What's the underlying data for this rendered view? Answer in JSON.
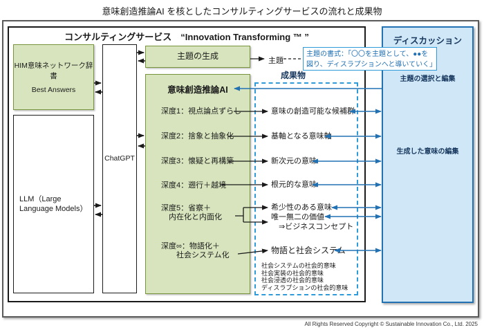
{
  "page": {
    "title": "意味創造推論AI を核としたコンサルティングサービスの流れと成果物",
    "copyright": "All Rights Reserved Copyright © Sustainable Innovation Co., Ltd. 2025"
  },
  "service_box": {
    "title": "コンサルティングサービス　“Innovation Transforming ™ ”"
  },
  "him_box": {
    "line1": "HIM意味ネットワーク辞書",
    "line2": "Best Answers"
  },
  "llm_box": {
    "label": "LLM（Large Language Models）"
  },
  "chatgpt_box": {
    "label": "ChatGPT"
  },
  "gen_box": {
    "label": "主題の生成"
  },
  "shudai": {
    "label": "主題"
  },
  "note": {
    "text": "主題の書式：「〇〇を主題として、●●を\n図り、ディスラプションへと導いていく」"
  },
  "ai_box": {
    "title": "意味創造推論AI",
    "depths": [
      {
        "label": "深度1：視点論点ずらし"
      },
      {
        "label": "深度2：捨象と抽象化"
      },
      {
        "label": "深度3：懐疑と再構築"
      },
      {
        "label": "深度4：遡行＋越境"
      },
      {
        "label": "深度5：省察＋\n　内在化と内面化"
      },
      {
        "label": "深度∞：物語化＋\n　　社会システム化"
      }
    ]
  },
  "outputs": {
    "title": "成果物",
    "items": [
      "意味の創造可能な候補群",
      "基軸となる意味軸",
      "新次元の意味",
      "根元的な意味",
      "希少性のある意味",
      "唯一無二の価値",
      "　⇒ビジネスコンセプト",
      "物語と社会システム"
    ],
    "sub_items": [
      "社会システムの社会的意味",
      "社会実装の社会的意味",
      "社会浸透の社会的意味",
      "ディスラプションの社会的意味"
    ]
  },
  "discussion": {
    "title": "ディスカッション",
    "item1": "主題の選択と編集",
    "item2": "生成した意味の編集"
  },
  "colors": {
    "green_fill": "#d7e4bd",
    "green_border": "#77933c",
    "blue_fill": "#cfe7f6",
    "blue_border": "#2271b3",
    "blue_dark": "#17375e",
    "light_blue": "#2e9bd8",
    "black": "#1a1a1a"
  }
}
